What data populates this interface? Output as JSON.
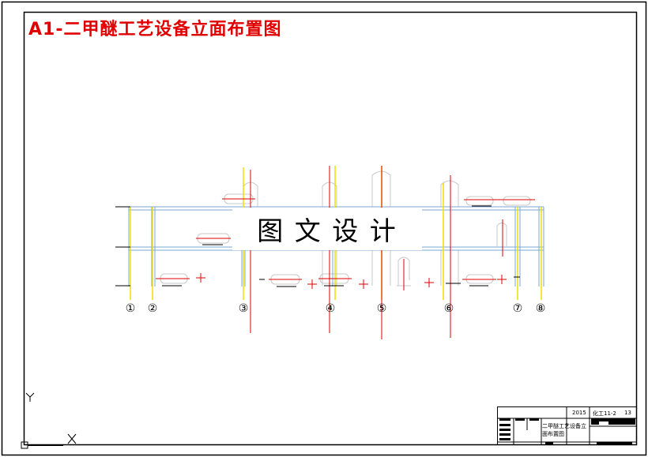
{
  "drawing_title": "A1-二甲醚工艺设备立面布置图",
  "watermark": "图 文 设 计",
  "axis_labels": {
    "y": "Y",
    "x": "X"
  },
  "column_labels": [
    "①",
    "②",
    "③",
    "④",
    "⑤",
    "⑥",
    "⑦",
    "⑧"
  ],
  "title_block": {
    "year": "2015",
    "class": "化工11-2",
    "number": "13",
    "drawing_name_line1": "二甲醚工艺设备立",
    "drawing_name_line2": "面布置图"
  },
  "colors": {
    "title": "#e00000",
    "centerline": "#e00000",
    "grid": "#f0e000",
    "beam": "#7aa7d6",
    "equipment": "#c8c8c8"
  }
}
